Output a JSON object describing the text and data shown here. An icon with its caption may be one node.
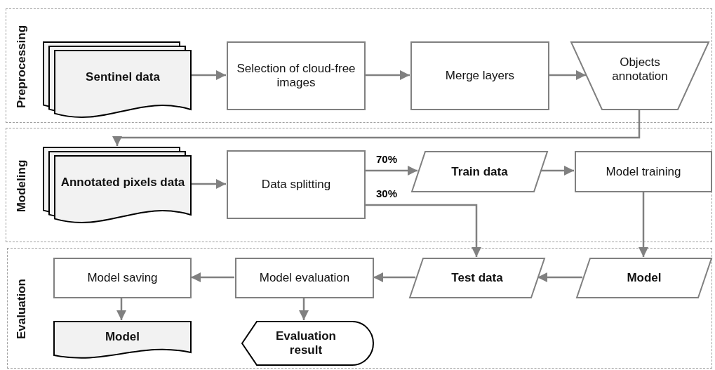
{
  "diagram": {
    "nodes": [
      {
        "text": [
          "Preprocessing"
        ]
      },
      {
        "text": [
          "Sentinel data"
        ],
        "in": 0
      },
      {
        "text": [
          "Selection of cloud-free images"
        ],
        "in": 0
      },
      {
        "text": [
          "Merge layers"
        ],
        "in": 0
      },
      {
        "text": [
          "Objects annotation"
        ],
        "in": 0
      },
      {
        "text": [
          "Modeling"
        ]
      },
      {
        "text": [
          "Annotated pixels data"
        ],
        "in": 5
      },
      {
        "text": [
          "Data splitting"
        ],
        "in": 5
      },
      {
        "text": [
          "Train data"
        ],
        "in": 5
      },
      {
        "text": [
          "Model training"
        ],
        "in": 5
      },
      {
        "text": [
          "Evaluation"
        ]
      },
      {
        "text": [
          "Model saving"
        ],
        "in": 10
      },
      {
        "text": [
          "Model evaluation"
        ],
        "in": 10
      },
      {
        "text": [
          "Test data"
        ],
        "in": 10
      },
      {
        "text": [
          "Model"
        ],
        "in": 10
      },
      {
        "text": [
          "Model"
        ],
        "in": 10
      },
      {
        "text": [
          "Evaluation result"
        ],
        "in": 10
      }
    ],
    "edges": [
      {
        "from": 1,
        "to": 2,
        "arrow": "to"
      },
      {
        "from": 2,
        "to": 3,
        "arrow": "to"
      },
      {
        "from": 3,
        "to": 4,
        "arrow": "to"
      },
      {
        "from": 4,
        "to": 6,
        "arrow": "to"
      },
      {
        "from": 6,
        "to": 7,
        "arrow": "to"
      },
      {
        "from": 7,
        "to": 8,
        "label": "70%",
        "arrow": "to"
      },
      {
        "from": 7,
        "to": 13,
        "label": "30%",
        "arrow": "to"
      },
      {
        "from": 8,
        "to": 9,
        "arrow": "to"
      },
      {
        "from": 9,
        "to": 14,
        "arrow": "to"
      },
      {
        "from": 14,
        "to": 13,
        "arrow": "to"
      },
      {
        "from": 13,
        "to": 12,
        "arrow": "to"
      },
      {
        "from": 12,
        "to": 11,
        "arrow": "to"
      },
      {
        "from": 11,
        "to": 15,
        "arrow": "to"
      },
      {
        "from": 12,
        "to": 16,
        "arrow": "to"
      }
    ]
  }
}
